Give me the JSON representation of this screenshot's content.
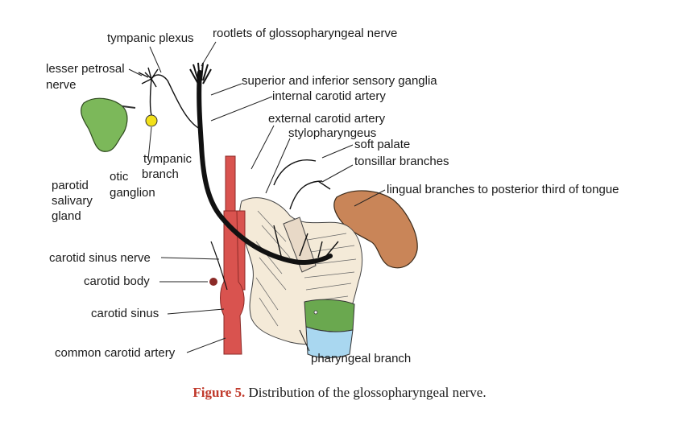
{
  "labels": {
    "tympanic_plexus": "tympanic plexus",
    "rootlets": "rootlets of glossopharyngeal nerve",
    "lesser_petrosal_1": "lesser petrosal",
    "lesser_petrosal_2": "nerve",
    "sensory_ganglia": "superior and inferior sensory ganglia",
    "internal_carotid": "internal carotid artery",
    "external_carotid": "external carotid artery",
    "stylopharyngeus": "stylopharyngeus",
    "soft_palate": "soft palate",
    "tonsillar": "tonsillar branches",
    "tympanic_1": "tympanic",
    "tympanic_2": "branch",
    "otic_1": "otic",
    "otic_2": "ganglion",
    "parotid_1": "parotid",
    "parotid_2": "salivary",
    "parotid_3": "gland",
    "lingual": "lingual branches to posterior third of tongue",
    "carotid_sinus_nerve": "carotid sinus nerve",
    "carotid_body": "carotid body",
    "carotid_sinus": "carotid sinus",
    "common_carotid": "common carotid artery",
    "pharyngeal_branch": "pharyngeal branch"
  },
  "caption": {
    "figure": "Figure 5.",
    "text": " Distribution of the glossopharyngeal nerve."
  },
  "colors": {
    "nerve": "#111111",
    "artery": "#d9534f",
    "artery_dark": "#8b2a27",
    "gland": "#7cb85a",
    "tongue": "#c98558",
    "muscle": "#e8d9c7",
    "hyoid_green": "#6aa84f",
    "blue": "#a9d7f0",
    "ganglion_yellow": "#f2e01a",
    "caption_red": "#c0392b"
  }
}
